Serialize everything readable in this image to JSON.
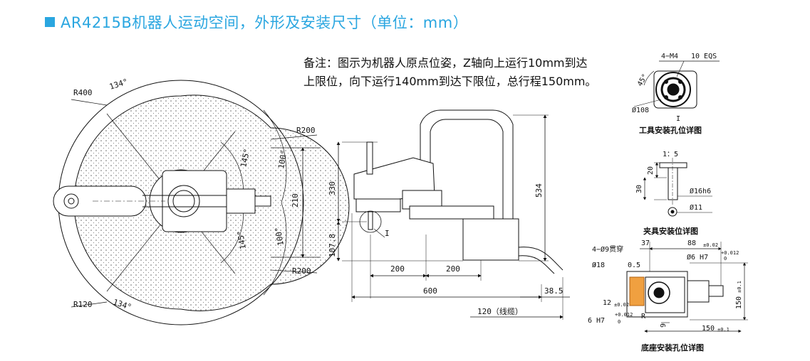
{
  "title": "AR4215B机器人运动空间，外形及安装尺寸（单位：mm）",
  "note": {
    "line1": "备注：图示为机器人原点位姿，Z轴向上运行10mm到达",
    "line2": "上限位，向下运行140mm到达下限位，总行程150mm。"
  },
  "workspace": {
    "r400": "R400",
    "r200_top": "R200",
    "r200_bottom": "R200",
    "r120": "R120",
    "angle_134_top": "134°",
    "angle_134_bottom": "134°",
    "angle_145_top": "145°",
    "angle_145_bottom": "145°",
    "angle_100_top": "100°",
    "angle_100_bottom": "100°",
    "dim_210": "210"
  },
  "side_view": {
    "dim_330": "330",
    "dim_534": "534",
    "dim_107_8": "107.8",
    "dim_200_a": "200",
    "dim_200_b": "200",
    "dim_600": "600",
    "dim_38_5": "38.5",
    "dim_120": "120（线缆）",
    "detail_marker": "I"
  },
  "tool_detail": {
    "caption": "工具安装孔位详图",
    "holes": "4−M4",
    "holes_depth": "10 EQS",
    "angle": "45°",
    "diameter": "Ø108",
    "ref": "I"
  },
  "clamp_detail": {
    "caption": "夹具安装位详图",
    "scale": "1：5",
    "dim_20": "20",
    "dim_30": "30",
    "d16": "Ø16h6",
    "d11": "Ø11"
  },
  "base_detail": {
    "caption": "底座安装孔位详图",
    "holes": "4−Ø9贯穿",
    "counterbore": "Ø18",
    "counterbore_depth": "0.5",
    "dim_37": "37",
    "dim_88": "88",
    "tol_88": "±0.02",
    "pin_top": "Ø6 H7",
    "pin_top_tol_upper": "+0.012",
    "pin_top_tol_lower": "0",
    "dim_12": "12",
    "tol_12": "±0.02",
    "pin_left": "6 H7",
    "pin_left_tol_upper": "+0.012",
    "pin_left_tol_lower": "0",
    "dim_9": "9",
    "dim_150_h": "150",
    "tol_150_h": "±0.1",
    "dim_150_v": "150",
    "tol_150_v": "±0.1",
    "r_label": "R"
  }
}
